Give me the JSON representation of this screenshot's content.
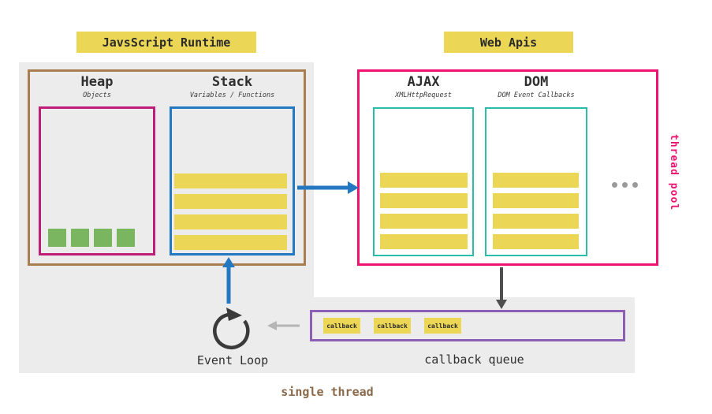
{
  "labels": {
    "js_runtime": "JavsScript Runtime",
    "web_apis": "Web Apis",
    "thread_pool": "thread pool",
    "event_loop": "Event Loop",
    "callback_queue": "callback queue",
    "single_thread": "single thread"
  },
  "runtime": {
    "heap": {
      "title": "Heap",
      "subtitle": "Objects",
      "object_count": 4
    },
    "stack": {
      "title": "Stack",
      "subtitle": "Variables / Functions",
      "frame_count": 4
    }
  },
  "web_apis_panel": {
    "sections": [
      {
        "title": "AJAX",
        "subtitle": "XMLHttpRequest",
        "item_count": 4
      },
      {
        "title": "DOM",
        "subtitle": "DOM Event Callbacks",
        "item_count": 4
      }
    ],
    "more_indicator_dots": 3
  },
  "queue": {
    "chips": [
      "callback",
      "callback",
      "callback"
    ]
  },
  "colors": {
    "yellow": "#ecd656",
    "green": "#7ab55f",
    "blue": "#2478c1",
    "pink": "#f01270",
    "magenta": "#bf1d77",
    "teal": "#2abcab",
    "purple": "#8d5eb5",
    "brown": "#a87d4f",
    "brown_text": "#8a6a4c",
    "gray_bg": "#ececec",
    "dark": "#2f2f2f",
    "arrow_dark": "#4f4f4f",
    "arrow_light": "#b5b5b5",
    "dots": "#9a9a9a"
  }
}
